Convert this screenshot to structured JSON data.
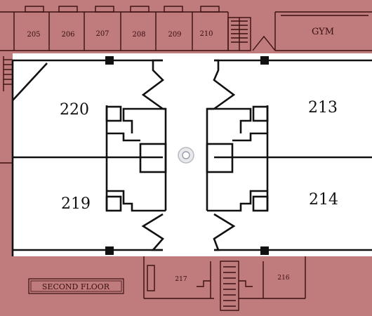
{
  "map": {
    "background_color": "#c07b7d",
    "line_color": "#3a0f10",
    "zoom_panel_color": "#ffffff",
    "location_marker": "wifi-access-point-icon",
    "labels": {
      "floor": "SECOND FLOOR",
      "gym": "GYM",
      "top_rooms": [
        "205",
        "206",
        "207",
        "208",
        "209",
        "210"
      ],
      "bottom_rooms": [
        "217",
        "216"
      ],
      "zoom_rooms": {
        "r220": "220",
        "r213": "213",
        "r219": "219",
        "r214": "214"
      }
    }
  }
}
